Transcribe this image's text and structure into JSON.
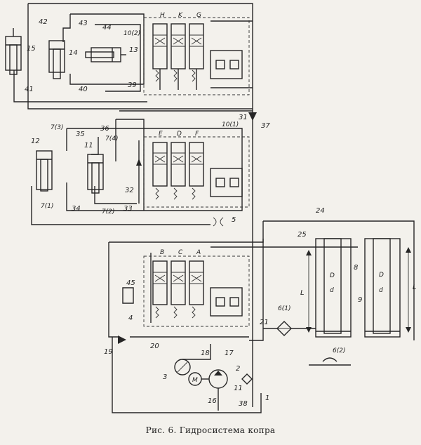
{
  "caption": "Рис. 6. Гидросистема копра",
  "labels": {
    "c42": "42",
    "c43": "43",
    "c44": "44",
    "c15": "15",
    "c14": "14",
    "c13": "13",
    "c41": "41",
    "c40": "40",
    "c39": "39",
    "cH": "H",
    "cK": "K",
    "cG": "G",
    "c10_2": "10(2)",
    "c7_3": "7(3)",
    "c35": "35",
    "c36": "36",
    "c7_4": "7(4)",
    "cE": "E",
    "cD": "D",
    "cF": "F",
    "c10_1": "10(1)",
    "c31": "31",
    "c37": "37",
    "c12": "12",
    "c11": "11",
    "c32": "32",
    "c7_1": "7(1)",
    "c34": "34",
    "c7_2": "7(2)",
    "c33": "33",
    "c5": "5",
    "c24": "24",
    "c25": "25",
    "cB": "B",
    "cC": "C",
    "cA": "A",
    "c8": "8",
    "cD1": "D",
    "cD2": "D",
    "cd1": "d",
    "cd2": "d",
    "cL1": "L",
    "cL2": "L",
    "c45": "45",
    "c4": "4",
    "c6_1": "6(1)",
    "c9": "9",
    "c21": "21",
    "c19": "19",
    "c20": "20",
    "c18": "18",
    "c17": "17",
    "c3": "3",
    "cM": "M",
    "c2": "2",
    "c6_2": "6(2)",
    "c11b": "11",
    "c16": "16",
    "c38": "38",
    "c1": "1"
  }
}
